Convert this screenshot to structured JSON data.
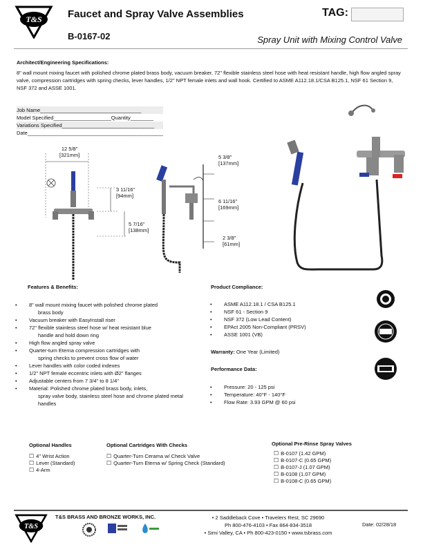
{
  "header": {
    "logo_text": "T&S",
    "title": "Faucet and Spray Valve Assemblies",
    "model": "B-0167-02",
    "tag_label": "TAG:",
    "subtitle": "Spray Unit with Mixing Control Valve"
  },
  "specs": {
    "heading": "Architect/Engineering Specifications:",
    "body": "8\" wall mount mixing faucet with polished chrome plated brass body, vacuum breaker, 72\" flexible stainless steel hose with heat resistant handle, high flow angled spray valve, compression cartridges with spring checks, lever handles, 1/2\" NPT female inlets and wall hook. Certified to ASME A112.18.1/CSA B125.1, NSF 61 Section 9, NSF 372 and ASSE 1001."
  },
  "job_fields": [
    "Job Name___________________________________",
    "Model Specified____________________Quantity________",
    "Variations Specified________________________________",
    "Date_______________________________________________"
  ],
  "dimensions": {
    "width_in": "12 5/8\"",
    "width_mm": "321mm",
    "h1_in": "3 11/16\"",
    "h1_mm": "94mm",
    "h2_in": "5 7/16\"",
    "h2_mm": "138mm",
    "d1_in": "5 3/8\"",
    "d1_mm": "137mm",
    "d2_in": "6 11/16\"",
    "d2_mm": "169mm",
    "d3_in": "2 3/8\"",
    "d3_mm": "61mm"
  },
  "features": {
    "heading": "Features & Benefits:",
    "items": [
      {
        "line": "8\" wall mount mixing faucet with polished chrome plated",
        "cont": "brass body"
      },
      {
        "line": "Vacuum breaker with EasyInstall riser",
        "cont": ""
      },
      {
        "line": "72\" flexible stainless steel hose w/ heat resistant blue",
        "cont": "handle and hold down ring"
      },
      {
        "line": "High flow angled spray valve",
        "cont": ""
      },
      {
        "line": "Quarter-turn Eterna compression cartridges with",
        "cont": "spring checks to prevent cross flow of water"
      },
      {
        "line": "Lever handles with color coded indexes",
        "cont": ""
      },
      {
        "line": "1/2\" NPT female eccentric inlets with Ø2\" flanges",
        "cont": ""
      },
      {
        "line": "Adjustable centers from 7 3/4\" to 8 1/4\"",
        "cont": ""
      },
      {
        "line": "Material: Polished chrome plated brass body, inlets,",
        "cont": "spray valve body, stainless steel hose and chrome plated metal handles"
      }
    ]
  },
  "compliance": {
    "heading": "Product Compliance:",
    "items": [
      "ASME A112.18.1 / CSA B125.1",
      "NSF 61 - Section 9",
      "NSF 372 (Low Lead Content)",
      "EPAct 2005 Non-Compliant (PRSV)",
      "ASSE 1001 (VB)"
    ],
    "warranty_label": "Warranty:",
    "warranty_value": "One Year (Limited)"
  },
  "performance": {
    "heading": "Performance Data:",
    "items": [
      "Pressure: 20 - 125 psi",
      "Temperature: 40°F - 140°F",
      "Flow Rate: 3.93 GPM @ 60 psi"
    ]
  },
  "optional_handles": {
    "heading": "Optional Handles",
    "items": [
      "4\" Wrist Action",
      "Lever (Standard)",
      "4-Arm"
    ]
  },
  "optional_cartridges": {
    "heading": "Optional Cartridges With Checks",
    "items": [
      "Quarter-Turn Cerama w/ Check Valve",
      "Quarter-Turn Eterna w/ Spring Check (Standard)"
    ]
  },
  "optional_spray": {
    "heading": "Optional Pre-Rinse Spray Valves",
    "items": [
      "B-0107 (1.42 GPM)",
      "B-0107-C (0.65 GPM)",
      "B-0107-J (1.07 GPM)",
      "B-0108 (1.07 GPM)",
      "B-0108-C (0.65 GPM)"
    ]
  },
  "footer": {
    "company": "T&S BRASS AND BRONZE WORKS, INC.",
    "addr1": "• 2 Saddleback Cove • Travelers Rest, SC 29690",
    "addr2": "Ph 800-476-4103 • Fax 864-834-3518",
    "addr3": "• Simi Valley, CA • Ph 800-423-0150 • www.tsbrass.com",
    "date": "Date: 02/28/18"
  },
  "colors": {
    "accent_blue": "#2a3fa0",
    "hose": "#222222",
    "chrome": "#8a8a8a"
  }
}
